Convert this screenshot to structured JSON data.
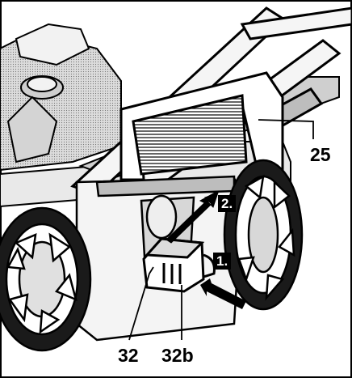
{
  "labels": {
    "part_25": "25",
    "part_32": "32",
    "part_32b": "32b",
    "step_1": "1.",
    "step_2": "2."
  },
  "colors": {
    "ink": "#000000",
    "paper": "#ffffff",
    "shade": "#d9d9d9",
    "mid": "#9a9a9a",
    "dark": "#4a4a4a"
  }
}
